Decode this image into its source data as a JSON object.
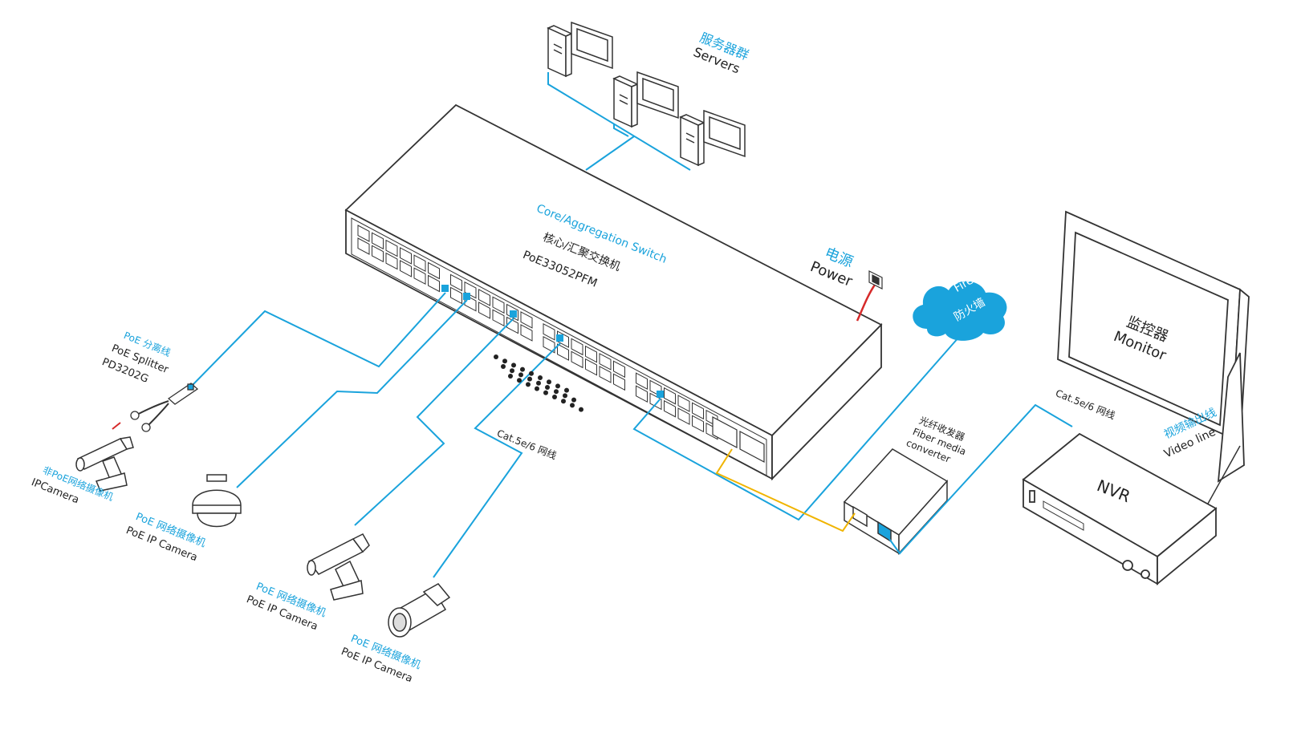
{
  "labels": {
    "servers_cn": "服务器群",
    "servers_en": "Servers",
    "switch_en": "Core/Aggregation Switch",
    "switch_cn": "核心/汇聚交换机",
    "switch_model": "PoE33052PFM",
    "power_cn": "电源",
    "power_en": "Power",
    "firewall_en": "Firewall",
    "firewall_cn": "防火墙",
    "monitor_cn": "监控器",
    "monitor_en": "Monitor",
    "splitter_cn": "PoE 分离线",
    "splitter_en": "PoE Splitter",
    "splitter_model": "PD3202G",
    "nonpoe_cam_cn": "非PoE网络摄像机",
    "nonpoe_cam_en": "IPCamera",
    "poe_cam1_cn": "PoE 网络摄像机",
    "poe_cam1_en": "PoE IP Camera",
    "poe_cam2_cn": "PoE 网络摄像机",
    "poe_cam2_en": "PoE IP Camera",
    "poe_cam3_cn": "PoE 网络摄像机",
    "poe_cam3_en": "PoE IP Camera",
    "cable_left": "Cat.5e/6 网线",
    "cable_right": "Cat.5e/6 网线",
    "fiber_cn": "光纤收发器",
    "fiber_en_1": "Fiber media",
    "fiber_en_2": "converter",
    "nvr": "NVR",
    "video_cn": "视频输出线",
    "video_en": "Video line"
  },
  "colors": {
    "network_cable": "#1aa3dc",
    "fiber_cable": "#f0b400",
    "power_cable": "#d62a2a",
    "outline": "#333333"
  }
}
